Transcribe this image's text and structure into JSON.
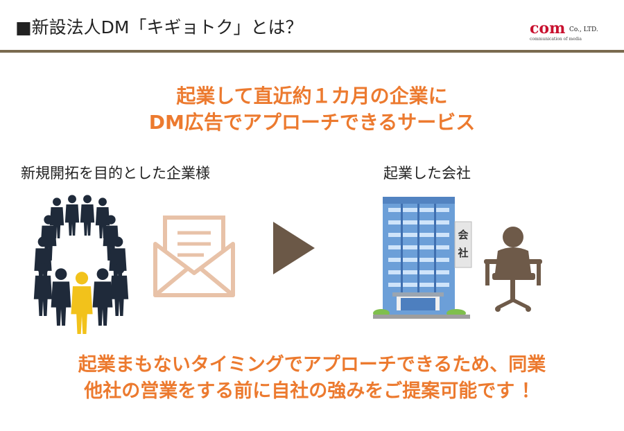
{
  "header": {
    "title": "■新設法人DM「キギョトク」とは？",
    "logo": {
      "main": "com",
      "suffix": "Co., LTD.",
      "tagline": "communication of media"
    }
  },
  "headline": {
    "line1": "起業して直近約１カ月の企業に",
    "line2": "DM広告でアプローチできるサービス"
  },
  "left_label": "新規開拓を目的とした企業様",
  "right_label": "起業した会社",
  "building_sign": {
    "char1": "会",
    "char2": "社"
  },
  "footer_message": {
    "line1": "起業まもないタイミングでアプローチできるため、同業",
    "line2": "他社の営業をする前に自社の強みをご提案可能です ！"
  },
  "colors": {
    "accent": "#ec7a2f",
    "header_rule": "#7a6a4f",
    "arrow": "#6b5847",
    "envelope": "#e8c2a8",
    "highlight_person": "#f2c21b",
    "person_dark": "#1f2a3a",
    "seated_figure": "#6e5a49"
  },
  "icons": [
    "people-group-icon",
    "envelope-icon",
    "arrow-right-icon",
    "office-building-icon",
    "seated-person-icon"
  ]
}
